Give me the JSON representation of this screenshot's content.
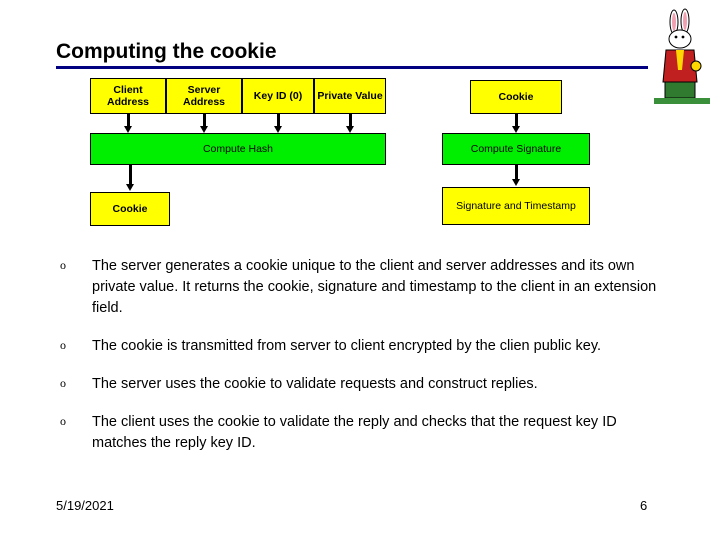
{
  "slide": {
    "title": "Computing the cookie",
    "accent_color": "#000080",
    "box_yellow": "#ffff00",
    "box_green": "#00ee00"
  },
  "diagram": {
    "inputs": [
      {
        "label": "Client Address"
      },
      {
        "label": "Server Address"
      },
      {
        "label": "Key ID (0)"
      },
      {
        "label": "Private Value"
      }
    ],
    "cookie_input": "Cookie",
    "compute_hash": "Compute Hash",
    "compute_signature": "Compute Signature",
    "cookie_output": "Cookie",
    "signature_output": "Signature and Timestamp"
  },
  "bullets": [
    {
      "marker": "o",
      "text": "The server generates a cookie unique to the client and server addresses and its own private value. It returns the cookie, signature and timestamp to the client in an extension field."
    },
    {
      "marker": "o",
      "text": "The cookie is transmitted from server to client encrypted by the clien public key."
    },
    {
      "marker": "o",
      "text": "The server uses the cookie to validate requests and construct replies."
    },
    {
      "marker": "o",
      "text": "The client uses the cookie to validate the reply and checks that the request key ID matches the reply key ID."
    }
  ],
  "footer": {
    "date": "5/19/2021",
    "page": "6"
  }
}
